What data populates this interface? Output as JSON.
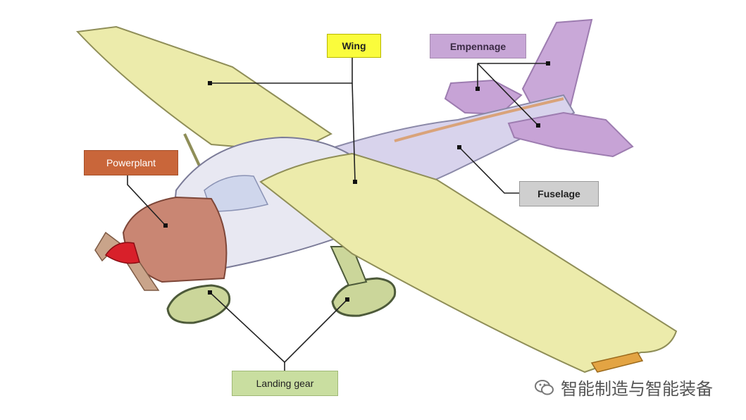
{
  "diagram": {
    "labels": {
      "wing": "Wing",
      "empennage": "Empennage",
      "powerplant": "Powerplant",
      "fuselage": "Fuselage",
      "landing_gear": "Landing gear"
    },
    "colors": {
      "wing": "#ecebab",
      "wing_label": "#fafc3c",
      "empennage": "#c7a6d6",
      "powerplant": "#c9663a",
      "fuselage": "#cfcfcf",
      "landing_gear": "#c9dea0",
      "propeller_spinner": "#d8202a"
    }
  },
  "watermark": {
    "text": "智能制造与智能装备",
    "icon": "wechat-icon"
  }
}
